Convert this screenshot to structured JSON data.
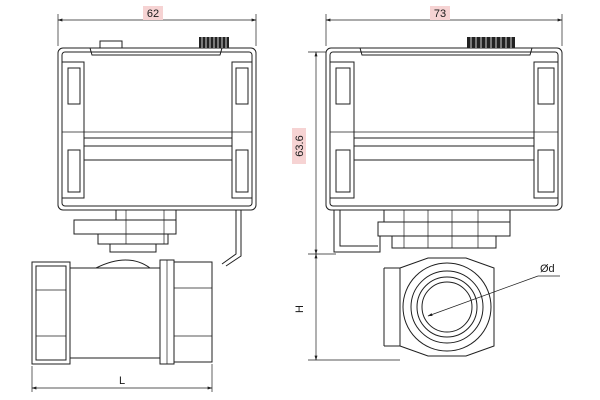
{
  "diagram": {
    "dimensions": {
      "front_width": "62",
      "side_width": "73",
      "actuator_height": "63.6",
      "total_height": "H",
      "body_length": "L",
      "bore": "Ød"
    },
    "colors": {
      "line": "#1f1f1f",
      "label_highlight": "#f6d3d3",
      "shade": "#e9e9e9"
    }
  }
}
